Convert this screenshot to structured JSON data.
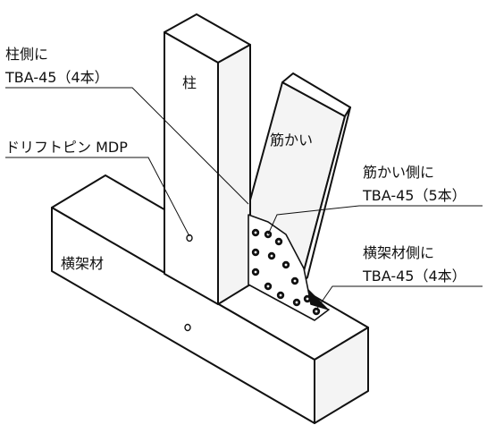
{
  "labels": {
    "column_name": "柱",
    "brace_name": "筋かい",
    "beam_name": "横架材",
    "column_side_line1": "柱側に",
    "column_side_line2": "TBA-45（4本）",
    "drift_pin": "ドリフトピン MDP",
    "brace_side_line1": "筋かい側に",
    "brace_side_line2": "TBA-45（5本）",
    "beam_side_line1": "横架材側に",
    "beam_side_line2": "TBA-45（4本）"
  },
  "counts": {
    "column_screws": 4,
    "brace_screws": 5,
    "beam_screws": 4
  }
}
